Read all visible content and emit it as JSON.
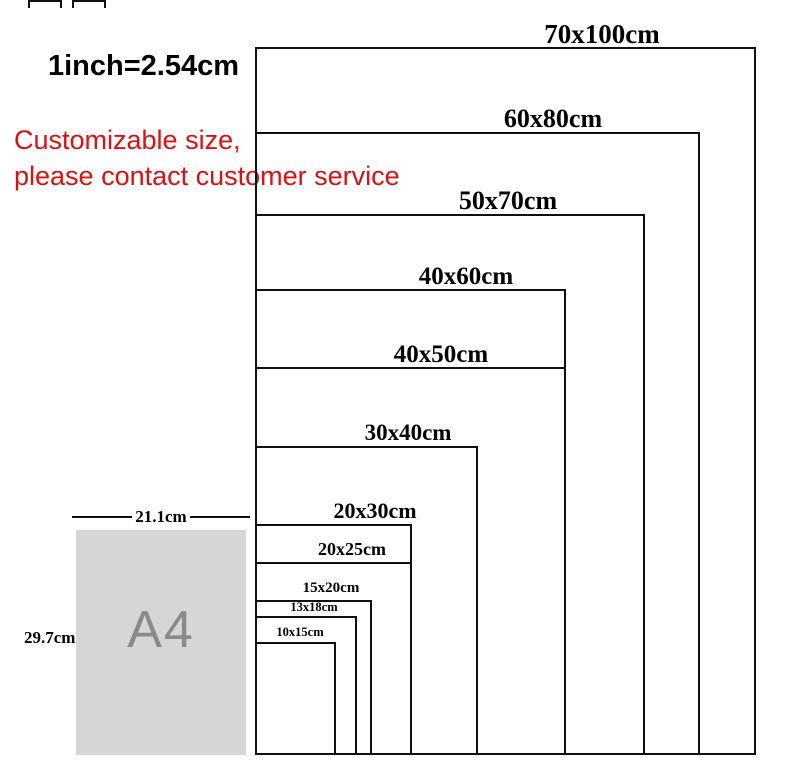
{
  "inch_note": "1inch=2.54cm",
  "notice": {
    "line1": "Customizable size,",
    "line2": "please contact customer service"
  },
  "a4": {
    "label": "A4",
    "width_label": "21.1cm",
    "height_label": "29.7cm"
  },
  "sizes": [
    {
      "label": "70x100cm"
    },
    {
      "label": "60x80cm"
    },
    {
      "label": "50x70cm"
    },
    {
      "label": "40x60cm"
    },
    {
      "label": "40x50cm"
    },
    {
      "label": "30x40cm"
    },
    {
      "label": "20x30cm"
    },
    {
      "label": "20x25cm"
    },
    {
      "label": "15x20cm"
    },
    {
      "label": "13x18cm"
    },
    {
      "label": "10x15cm"
    }
  ],
  "colors": {
    "notice_red": "#dd1111",
    "line_black": "#111111",
    "a4_fill": "#d6d6d6",
    "a4_text": "#8a8a8a"
  }
}
